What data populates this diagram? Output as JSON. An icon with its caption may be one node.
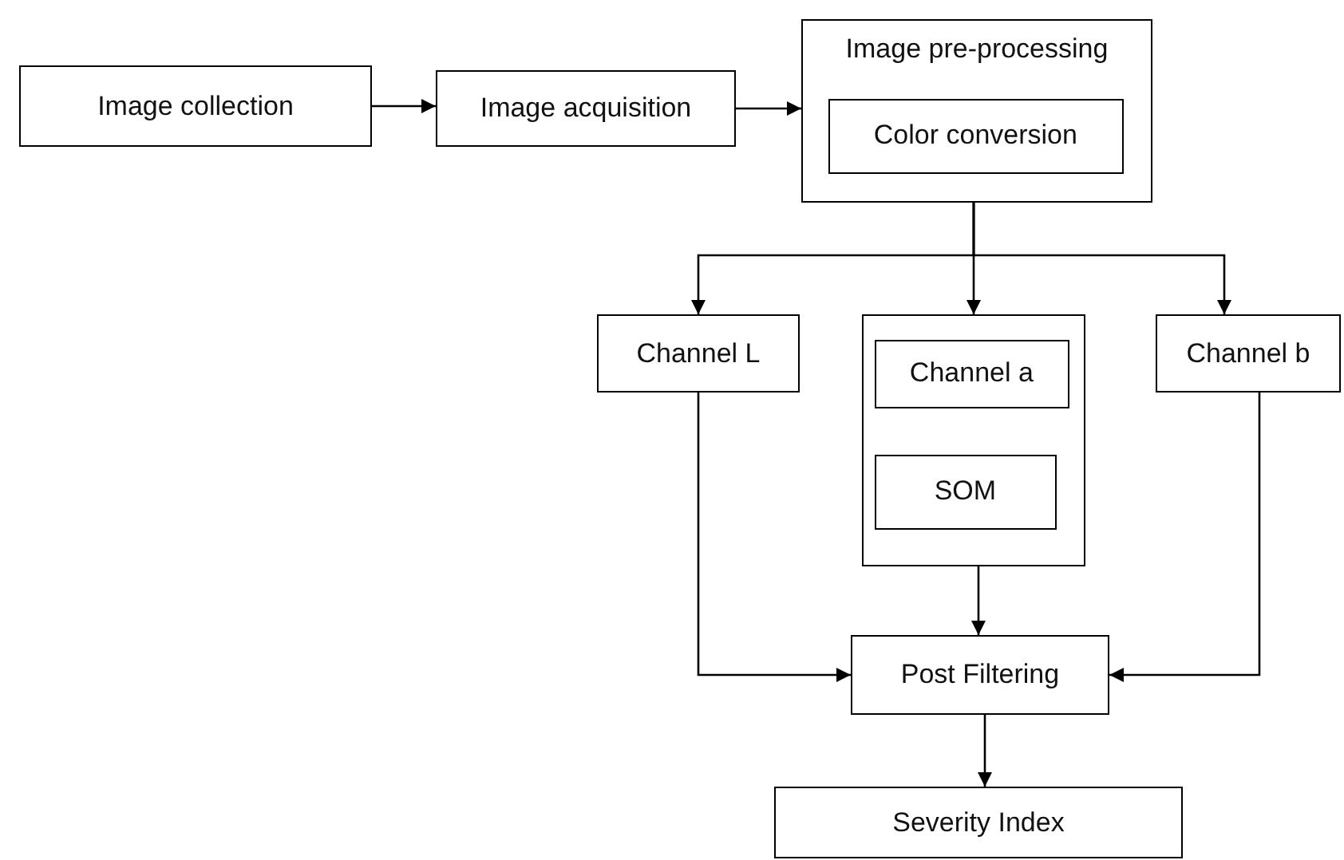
{
  "diagram": {
    "nodes": [
      {
        "text": [
          "Image collection"
        ]
      },
      {
        "text": [
          "Image acquisition"
        ]
      },
      {
        "text": [
          "Image pre-processing"
        ]
      },
      {
        "text": [
          "Color conversion"
        ],
        "in": 2
      },
      {
        "text": [
          "Channel L"
        ]
      },
      {
        "text": [],
        "shape": "box"
      },
      {
        "text": [
          "Channel a"
        ],
        "in": 5
      },
      {
        "text": [
          "SOM"
        ],
        "in": 5
      },
      {
        "text": [
          "Channel b"
        ]
      },
      {
        "text": [
          "Post Filtering"
        ]
      },
      {
        "text": [
          "Severity Index"
        ]
      }
    ],
    "edges": [
      {
        "from": 0,
        "to": 1,
        "arrow": "to"
      },
      {
        "from": 1,
        "to": 2,
        "arrow": "to"
      },
      {
        "from": 2,
        "to": 4,
        "arrow": "to"
      },
      {
        "from": 2,
        "to": 5,
        "arrow": "to"
      },
      {
        "from": 2,
        "to": 8,
        "arrow": "to"
      },
      {
        "from": 5,
        "to": 9,
        "arrow": "to"
      },
      {
        "from": 4,
        "to": 9,
        "arrow": "to"
      },
      {
        "from": 8,
        "to": 9,
        "arrow": "to"
      },
      {
        "from": 9,
        "to": 10,
        "arrow": "to"
      }
    ]
  }
}
